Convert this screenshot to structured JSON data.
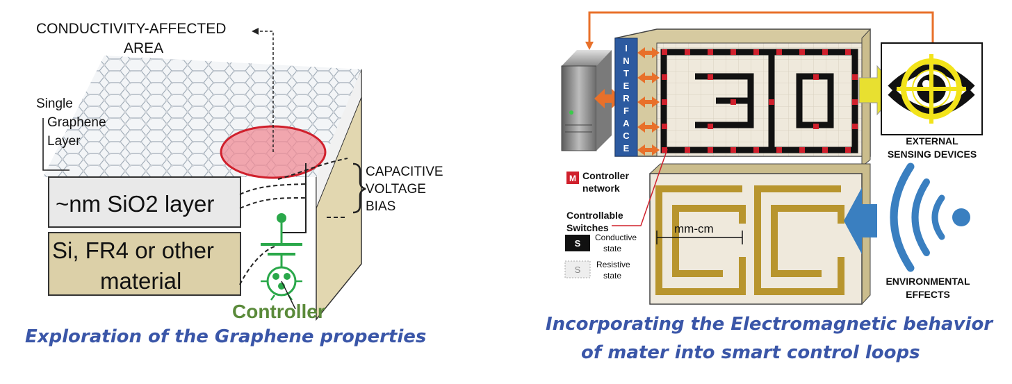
{
  "left": {
    "conductivity_label_line1": "CONDUCTIVITY-AFFECTED",
    "conductivity_label_line2": "AREA",
    "graphene_label_line1": "Single",
    "graphene_label_line2": "Graphene",
    "graphene_label_line3": "Layer",
    "sio2_label": "~nm SiO2 layer",
    "substrate_line1": "Si, FR4 or other",
    "substrate_line2": "material",
    "bias_line1": "CAPACITIVE",
    "bias_line2": "VOLTAGE",
    "bias_line3": "BIAS",
    "controller_label": "Controller",
    "caption": "Exploration of the Graphene properties"
  },
  "right": {
    "interface_letters": [
      "I",
      "N",
      "T",
      "E",
      "R",
      "F",
      "A",
      "C",
      "E"
    ],
    "legend_m_symbol": "M",
    "legend_controller_line1": "Controller",
    "legend_controller_line2": "network",
    "legend_switches_line1": "Controllable",
    "legend_switches_line2": "Switches",
    "legend_s_symbol": "S",
    "legend_conductive_line1": "Conductive",
    "legend_conductive_line2": "state",
    "legend_resistive_line1": "Resistive",
    "legend_resistive_line2": "state",
    "scale_label": "mm-cm",
    "external_line1": "EXTERNAL",
    "external_line2": "SENSING DEVICES",
    "environmental_line1": "ENVIRONMENTAL",
    "environmental_line2": "EFFECTS",
    "caption_line1": "Incorporating the Electromagnetic behavior",
    "caption_line2": "of mater into smart control loops"
  },
  "colors": {
    "caption_blue": "#3a56a8",
    "controller_green": "#5a8a3a",
    "gold": "#b8952e",
    "interface_blue": "#2c5aa0",
    "arrow_orange": "#e8702a",
    "eye_yellow": "#f2e31a",
    "wave_blue": "#3a7fc0"
  }
}
